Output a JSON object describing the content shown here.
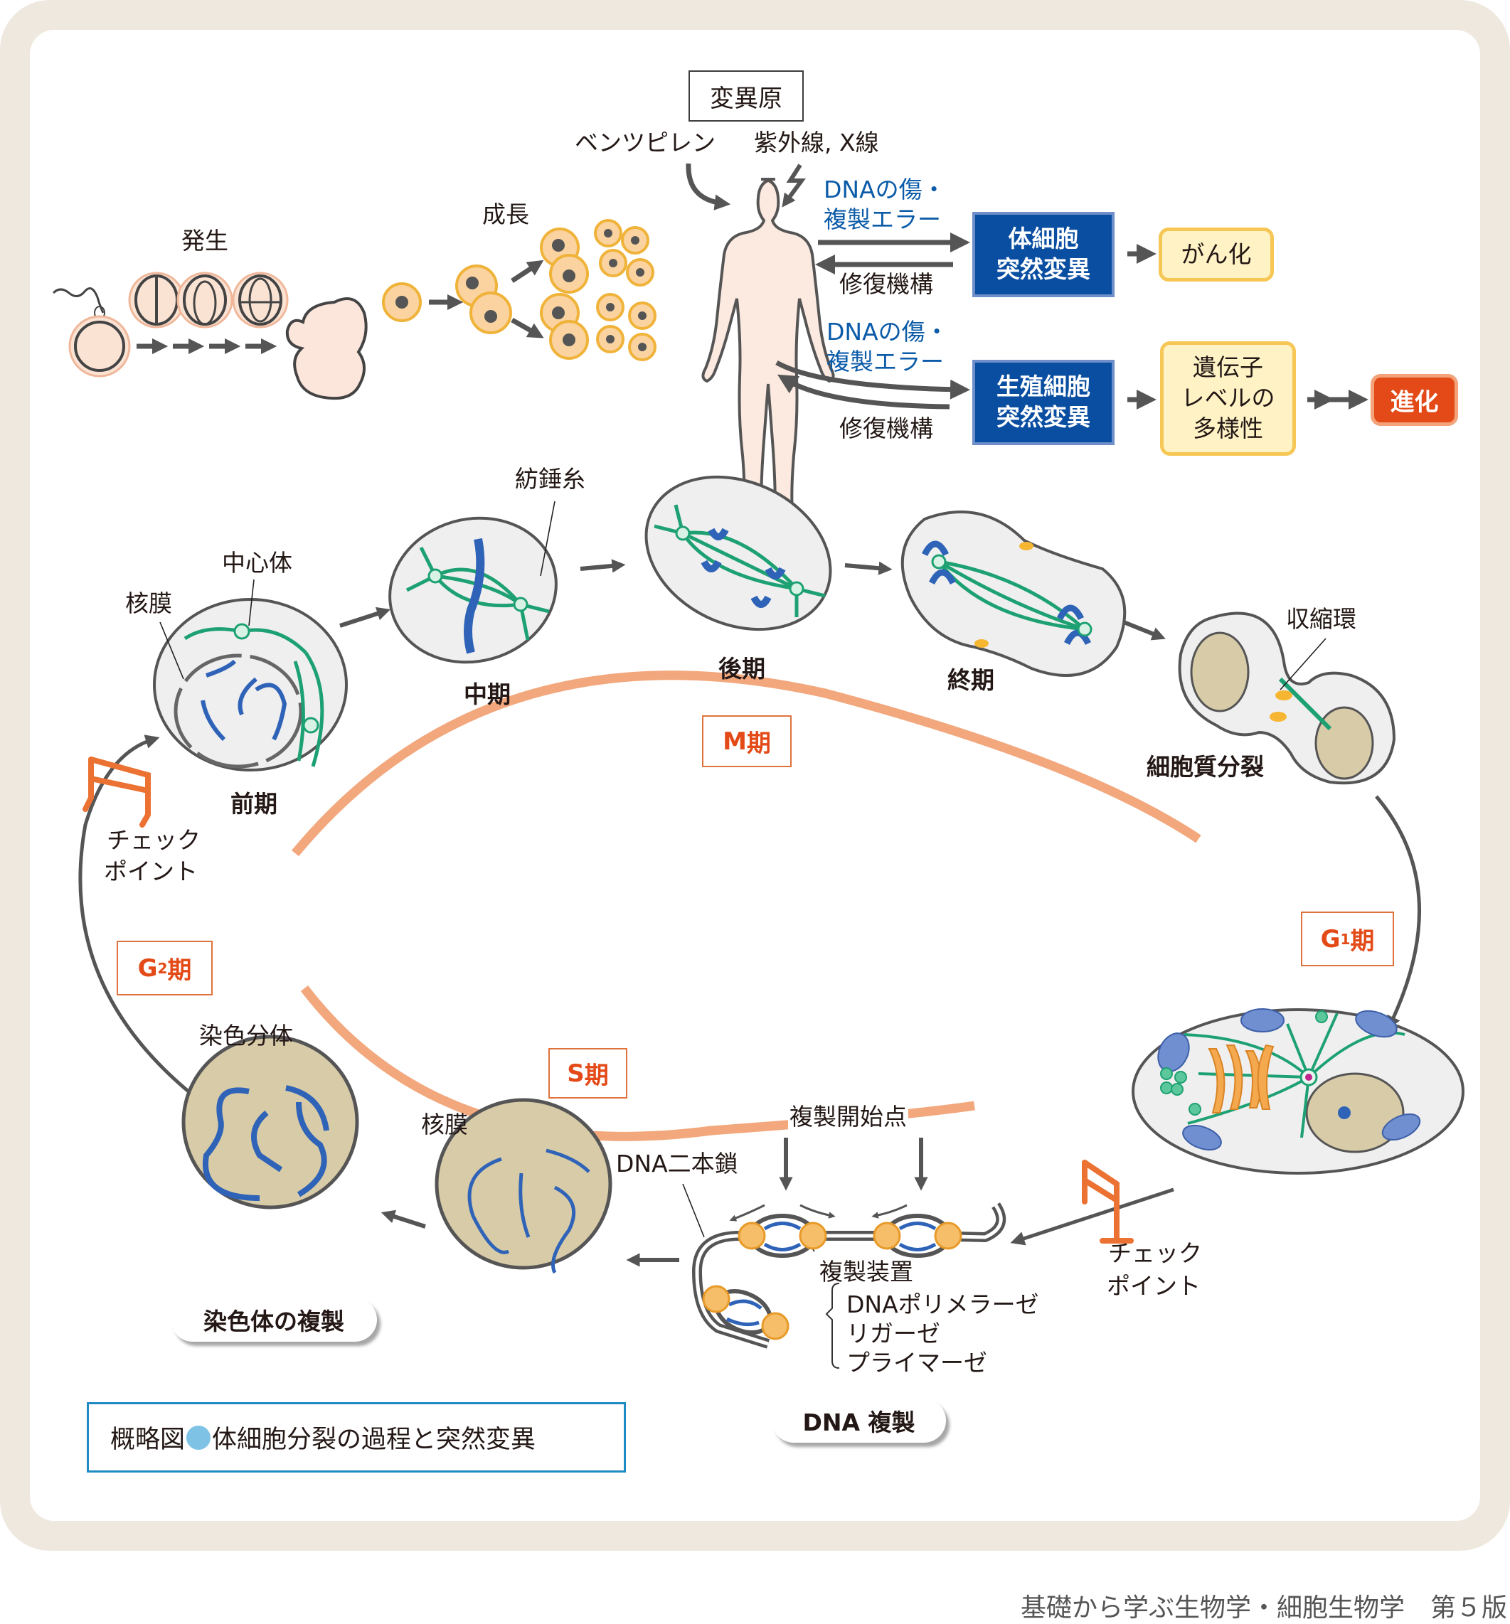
{
  "mutagen": {
    "title": "変異原",
    "sources": [
      "ベンツピレン",
      "紫外線, X線"
    ]
  },
  "development": {
    "label": "発生"
  },
  "growth": {
    "label": "成長"
  },
  "somatic_path": {
    "damage_label_line1": "DNAの傷・",
    "damage_label_line2": "複製エラー",
    "repair_label": "修復機構",
    "box_line1": "体細胞",
    "box_line2": "突然変異",
    "outcome": "がん化"
  },
  "germline_path": {
    "damage_label_line1": "DNAの傷・",
    "damage_label_line2": "複製エラー",
    "repair_label": "修復機構",
    "box_line1": "生殖細胞",
    "box_line2": "突然変異",
    "outcome_line1": "遺伝子",
    "outcome_line2": "レベルの",
    "outcome_line3": "多様性",
    "final": "進化"
  },
  "mitosis": {
    "stages": [
      {
        "name": "前期"
      },
      {
        "name": "中期"
      },
      {
        "name": "後期"
      },
      {
        "name": "終期"
      },
      {
        "name": "細胞質分裂"
      }
    ],
    "annotations": {
      "nuclear_membrane": "核膜",
      "centrosome": "中心体",
      "spindle": "紡錘糸",
      "contractile_ring": "収縮環"
    }
  },
  "cycle_phases": {
    "m": {
      "letter": "M",
      "suffix": "期"
    },
    "g1": {
      "letter": "G",
      "sub": "1",
      "suffix": "期"
    },
    "g2": {
      "letter": "G",
      "sub": "2",
      "suffix": "期"
    },
    "s": {
      "letter": "S",
      "suffix": "期"
    }
  },
  "checkpoints": {
    "g2_m": {
      "line1": "チェック",
      "line2": "ポイント"
    },
    "g1_s": {
      "line1": "チェック",
      "line2": "ポイント"
    }
  },
  "s_phase": {
    "chromatid_label": "染色分体",
    "nuclear_membrane_label": "核膜",
    "chromosome_replication": "染色体の複製",
    "dna_double_strand": "DNA二本鎖",
    "replication_origin": "複製開始点",
    "replisome": "複製装置",
    "enzymes": [
      "DNAポリメラーゼ",
      "リガーゼ",
      "プライマーゼ"
    ],
    "dna_replication": "DNA 複製"
  },
  "figure_title": {
    "prefix": "概略図",
    "text": "体細胞分裂の過程と突然変異"
  },
  "footer": "基礎から学ぶ生物学・細胞生物学　第５版",
  "colors": {
    "frame": "#EEE8DE",
    "mutation_box": "#0A4EA1",
    "outcome_box": "#FFF3C6",
    "evolution_box": "#E34A17",
    "phase_text": "#E34A17",
    "cycle_arc": "#F2A77C",
    "spindle": "#1DA173",
    "chromosome": "#2E63B8",
    "damage_text": "#0B5BA8"
  }
}
